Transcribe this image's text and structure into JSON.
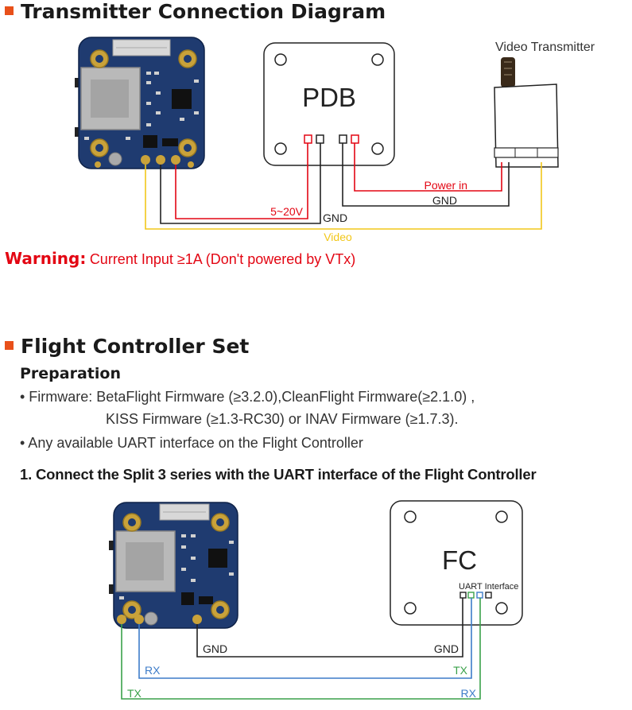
{
  "section1": {
    "title": "Transmitter Connection Diagram",
    "vtx_label": "Video Transmitter",
    "pdb_label": "PDB",
    "wire_5_20v": "5~20V",
    "wire_gnd_left": "GND",
    "wire_power_in": "Power in",
    "wire_gnd_right": "GND",
    "wire_video": "Video",
    "warning_key": "Warning:",
    "warning_text": "Current Input ≥1A (Don't powered by VTx)"
  },
  "section2": {
    "title": "Flight Controller Set",
    "prep_title": "Preparation",
    "bullet1_line1": "• Firmware: BetaFlight Firmware (≥3.2.0),CleanFlight Firmware(≥2.1.0) ,",
    "bullet1_line2": "KISS Firmware (≥1.3-RC30) or INAV Firmware (≥1.7.3).",
    "bullet2": "• Any available UART interface on the Flight Controller",
    "step1": "1. Connect the Split 3 series with the UART interface of the Flight Controller",
    "fc_label": "FC",
    "uart_label": "UART Interface",
    "wire_gnd_left": "GND",
    "wire_gnd_right": "GND",
    "wire_rx_left": "RX",
    "wire_tx_right": "TX",
    "wire_tx_left": "TX",
    "wire_rx_right": "RX"
  },
  "colors": {
    "accent": "#e8501a",
    "warning": "#e30613",
    "wire_red": "#e30613",
    "wire_black": "#222222",
    "wire_yellow": "#f2c71a",
    "wire_blue": "#3d7cc9",
    "wire_green": "#3aa14a",
    "board_blue": "#1e3a6e",
    "pad_gold": "#c9a23a"
  }
}
